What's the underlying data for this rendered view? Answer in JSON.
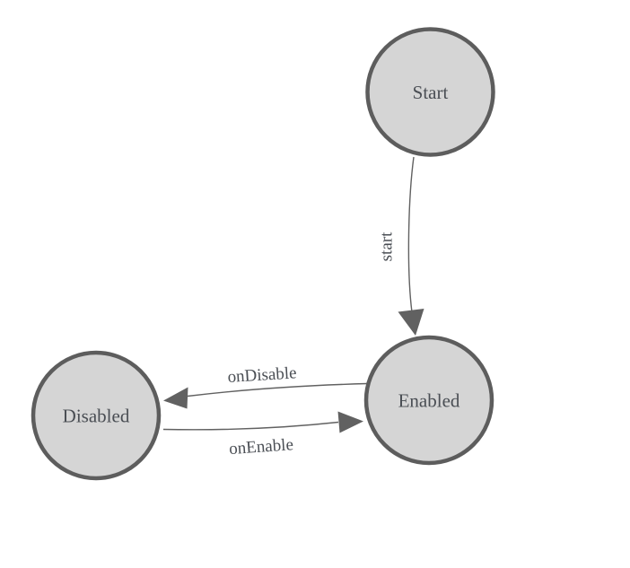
{
  "diagram": {
    "kind": "finite-state-machine",
    "colors": {
      "background": "#ffffff",
      "state_fill": "#d5d5d5",
      "state_stroke": "#5d5d5d",
      "edge": "#616161",
      "label": "#4a4e54"
    },
    "states": [
      {
        "id": "start",
        "label": "Start"
      },
      {
        "id": "enabled",
        "label": "Enabled"
      },
      {
        "id": "disabled",
        "label": "Disabled"
      }
    ],
    "transitions": [
      {
        "from": "Start",
        "to": "Enabled",
        "label": "start"
      },
      {
        "from": "Enabled",
        "to": "Disabled",
        "label": "onDisable"
      },
      {
        "from": "Disabled",
        "to": "Enabled",
        "label": "onEnable"
      }
    ]
  }
}
